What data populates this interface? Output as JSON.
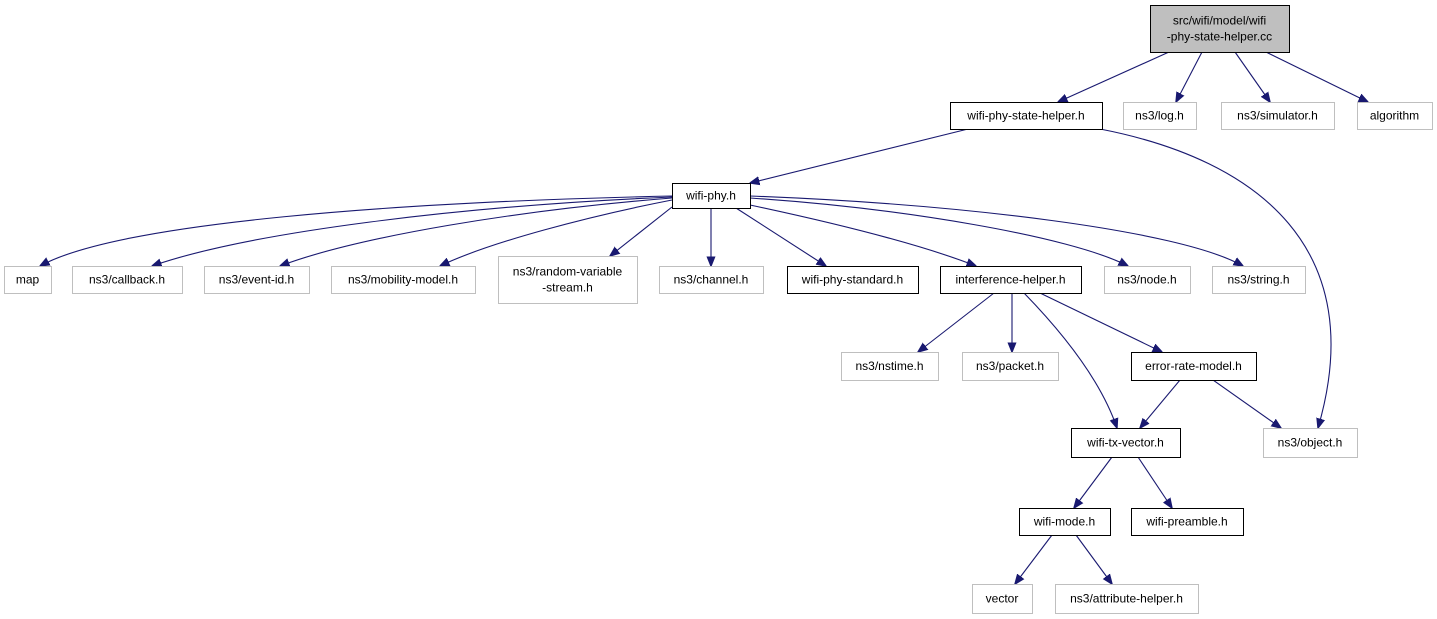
{
  "diagram": {
    "type": "include-dependency-graph",
    "colors": {
      "edge": "#191970",
      "root_fill": "#bfbfbf",
      "documented_border": "#000000",
      "external_border": "#bfbfbf",
      "node_fill": "#ffffff"
    },
    "nodes": [
      {
        "id": "root",
        "label": "src/wifi/model/wifi\n-phy-state-helper.cc",
        "kind": "root"
      },
      {
        "id": "wpsh",
        "label": "wifi-phy-state-helper.h",
        "kind": "documented"
      },
      {
        "id": "log",
        "label": "ns3/log.h",
        "kind": "external"
      },
      {
        "id": "simulator",
        "label": "ns3/simulator.h",
        "kind": "external"
      },
      {
        "id": "algorithm",
        "label": "algorithm",
        "kind": "external"
      },
      {
        "id": "wifiphy",
        "label": "wifi-phy.h",
        "kind": "documented"
      },
      {
        "id": "map",
        "label": "map",
        "kind": "external"
      },
      {
        "id": "callback",
        "label": "ns3/callback.h",
        "kind": "external"
      },
      {
        "id": "eventid",
        "label": "ns3/event-id.h",
        "kind": "external"
      },
      {
        "id": "mobility",
        "label": "ns3/mobility-model.h",
        "kind": "external"
      },
      {
        "id": "randomvar",
        "label": "ns3/random-variable\n-stream.h",
        "kind": "external"
      },
      {
        "id": "channel",
        "label": "ns3/channel.h",
        "kind": "external"
      },
      {
        "id": "phystd",
        "label": "wifi-phy-standard.h",
        "kind": "documented"
      },
      {
        "id": "interf",
        "label": "interference-helper.h",
        "kind": "documented"
      },
      {
        "id": "node",
        "label": "ns3/node.h",
        "kind": "external"
      },
      {
        "id": "string",
        "label": "ns3/string.h",
        "kind": "external"
      },
      {
        "id": "nstime",
        "label": "ns3/nstime.h",
        "kind": "external"
      },
      {
        "id": "packet",
        "label": "ns3/packet.h",
        "kind": "external"
      },
      {
        "id": "errrate",
        "label": "error-rate-model.h",
        "kind": "documented"
      },
      {
        "id": "object",
        "label": "ns3/object.h",
        "kind": "external"
      },
      {
        "id": "txvector",
        "label": "wifi-tx-vector.h",
        "kind": "documented"
      },
      {
        "id": "wifimode",
        "label": "wifi-mode.h",
        "kind": "documented"
      },
      {
        "id": "preamble",
        "label": "wifi-preamble.h",
        "kind": "documented"
      },
      {
        "id": "vector",
        "label": "vector",
        "kind": "external"
      },
      {
        "id": "attrhelper",
        "label": "ns3/attribute-helper.h",
        "kind": "external"
      }
    ],
    "edges": [
      {
        "from": "root",
        "to": "wpsh"
      },
      {
        "from": "root",
        "to": "log"
      },
      {
        "from": "root",
        "to": "simulator"
      },
      {
        "from": "root",
        "to": "algorithm"
      },
      {
        "from": "wpsh",
        "to": "wifiphy"
      },
      {
        "from": "wpsh",
        "to": "object"
      },
      {
        "from": "wifiphy",
        "to": "map"
      },
      {
        "from": "wifiphy",
        "to": "callback"
      },
      {
        "from": "wifiphy",
        "to": "eventid"
      },
      {
        "from": "wifiphy",
        "to": "mobility"
      },
      {
        "from": "wifiphy",
        "to": "randomvar"
      },
      {
        "from": "wifiphy",
        "to": "channel"
      },
      {
        "from": "wifiphy",
        "to": "phystd"
      },
      {
        "from": "wifiphy",
        "to": "interf"
      },
      {
        "from": "wifiphy",
        "to": "node"
      },
      {
        "from": "wifiphy",
        "to": "string"
      },
      {
        "from": "interf",
        "to": "nstime"
      },
      {
        "from": "interf",
        "to": "packet"
      },
      {
        "from": "interf",
        "to": "errrate"
      },
      {
        "from": "interf",
        "to": "txvector"
      },
      {
        "from": "errrate",
        "to": "txvector"
      },
      {
        "from": "errrate",
        "to": "object"
      },
      {
        "from": "txvector",
        "to": "wifimode"
      },
      {
        "from": "txvector",
        "to": "preamble"
      },
      {
        "from": "wifimode",
        "to": "vector"
      },
      {
        "from": "wifimode",
        "to": "attrhelper"
      }
    ]
  }
}
